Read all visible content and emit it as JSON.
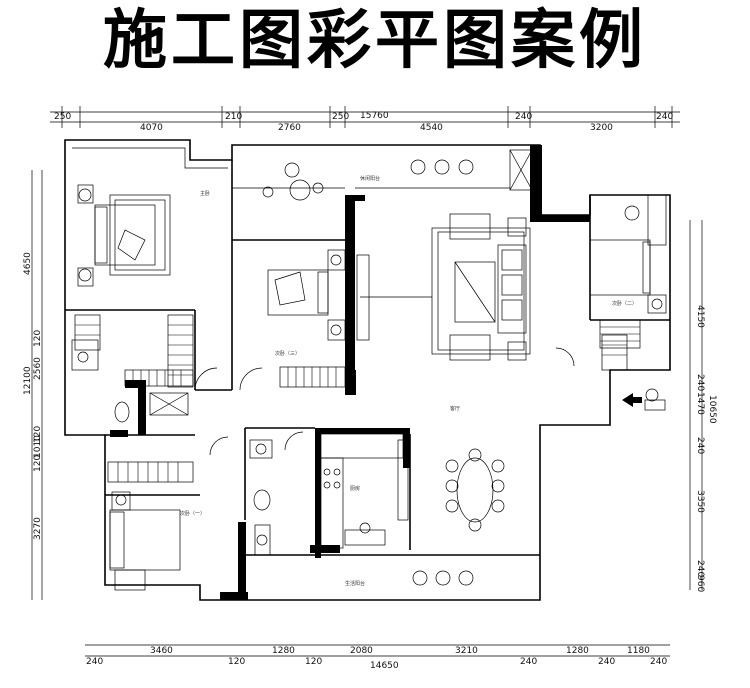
{
  "title": "施工图彩平图案例",
  "dimensions_top": [
    "250",
    "4070",
    "210",
    "2760",
    "250",
    "15760",
    "4540",
    "240",
    "3200",
    "240"
  ],
  "dimensions_bottom": [
    "240",
    "3460",
    "120",
    "1280",
    "120",
    "2080",
    "14650",
    "3210",
    "240",
    "1280",
    "240",
    "1180",
    "240"
  ],
  "dimensions_left": [
    "4650",
    "120",
    "12100",
    "2560",
    "120",
    "1010",
    "120",
    "3270"
  ],
  "dimensions_right": [
    "4150",
    "240",
    "1470",
    "10650",
    "240",
    "3350",
    "240",
    "960"
  ],
  "room_labels": {
    "master_bedroom": "主卧",
    "bedroom_three": "次卧（三）",
    "bedroom_two": "次卧（二）",
    "bedroom_one": "次卧（一）",
    "living_room": "客厅",
    "kitchen": "厨房",
    "balcony": "休闲阳台",
    "service_balcony": "生活阳台"
  },
  "colors": {
    "ink": "#000000",
    "paper": "#ffffff",
    "accent_grey": "#555555"
  },
  "icons": [
    "entrance-arrow-icon",
    "sofa-icon",
    "dining-table-icon",
    "bed-icon"
  ]
}
